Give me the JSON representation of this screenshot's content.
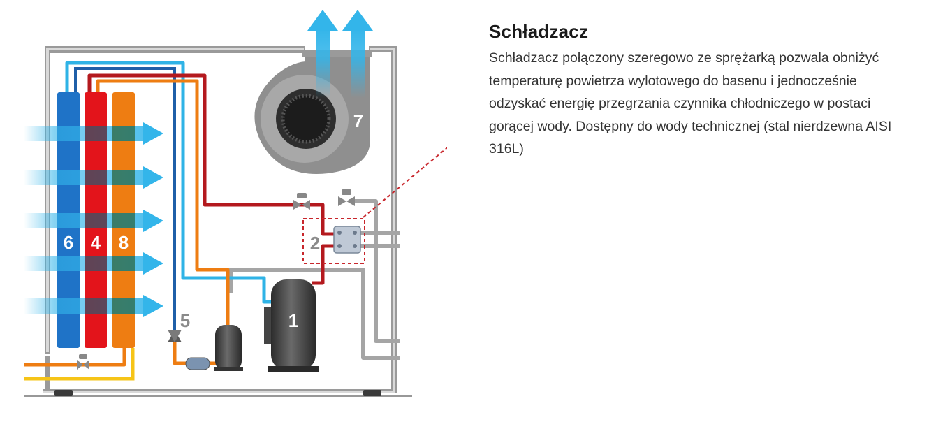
{
  "panel": {
    "title": "Schładzacz",
    "description": "Schładzacz połączony szeregowo ze sprężarką pozwala obniżyć temperaturę powietrza wylotowego do basenu i jednocześnie odzyskać energię przegrzania czynnika chłodniczego w postaci gorącej wody. Dostępny do wody technicznej (stal nierdzewna AISI 316L)"
  },
  "diagram": {
    "labels": {
      "n6": "6",
      "n4": "4",
      "n8": "8",
      "n2": "2",
      "n7": "7",
      "n5": "5",
      "n1": "1"
    },
    "icons": {
      "air_arrow": "arrow-right-icon",
      "exhaust_arrow": "arrow-up-icon",
      "valve": "valve-icon",
      "fan": "fan-icon",
      "compressor": "compressor-icon"
    },
    "colors": {
      "blue_coil": "#1f73c7",
      "red_coil": "#e3141b",
      "orange_coil": "#ee7d12",
      "pipe_red": "#b4191e",
      "pipe_blue": "#2fb3e6",
      "pipe_orange": "#ee7d12",
      "pipe_gray": "#a5a5a5",
      "pipe_yellow": "#f6c417",
      "air_arrow": "#33b5ea",
      "highlight_box": "#c8262c"
    }
  }
}
